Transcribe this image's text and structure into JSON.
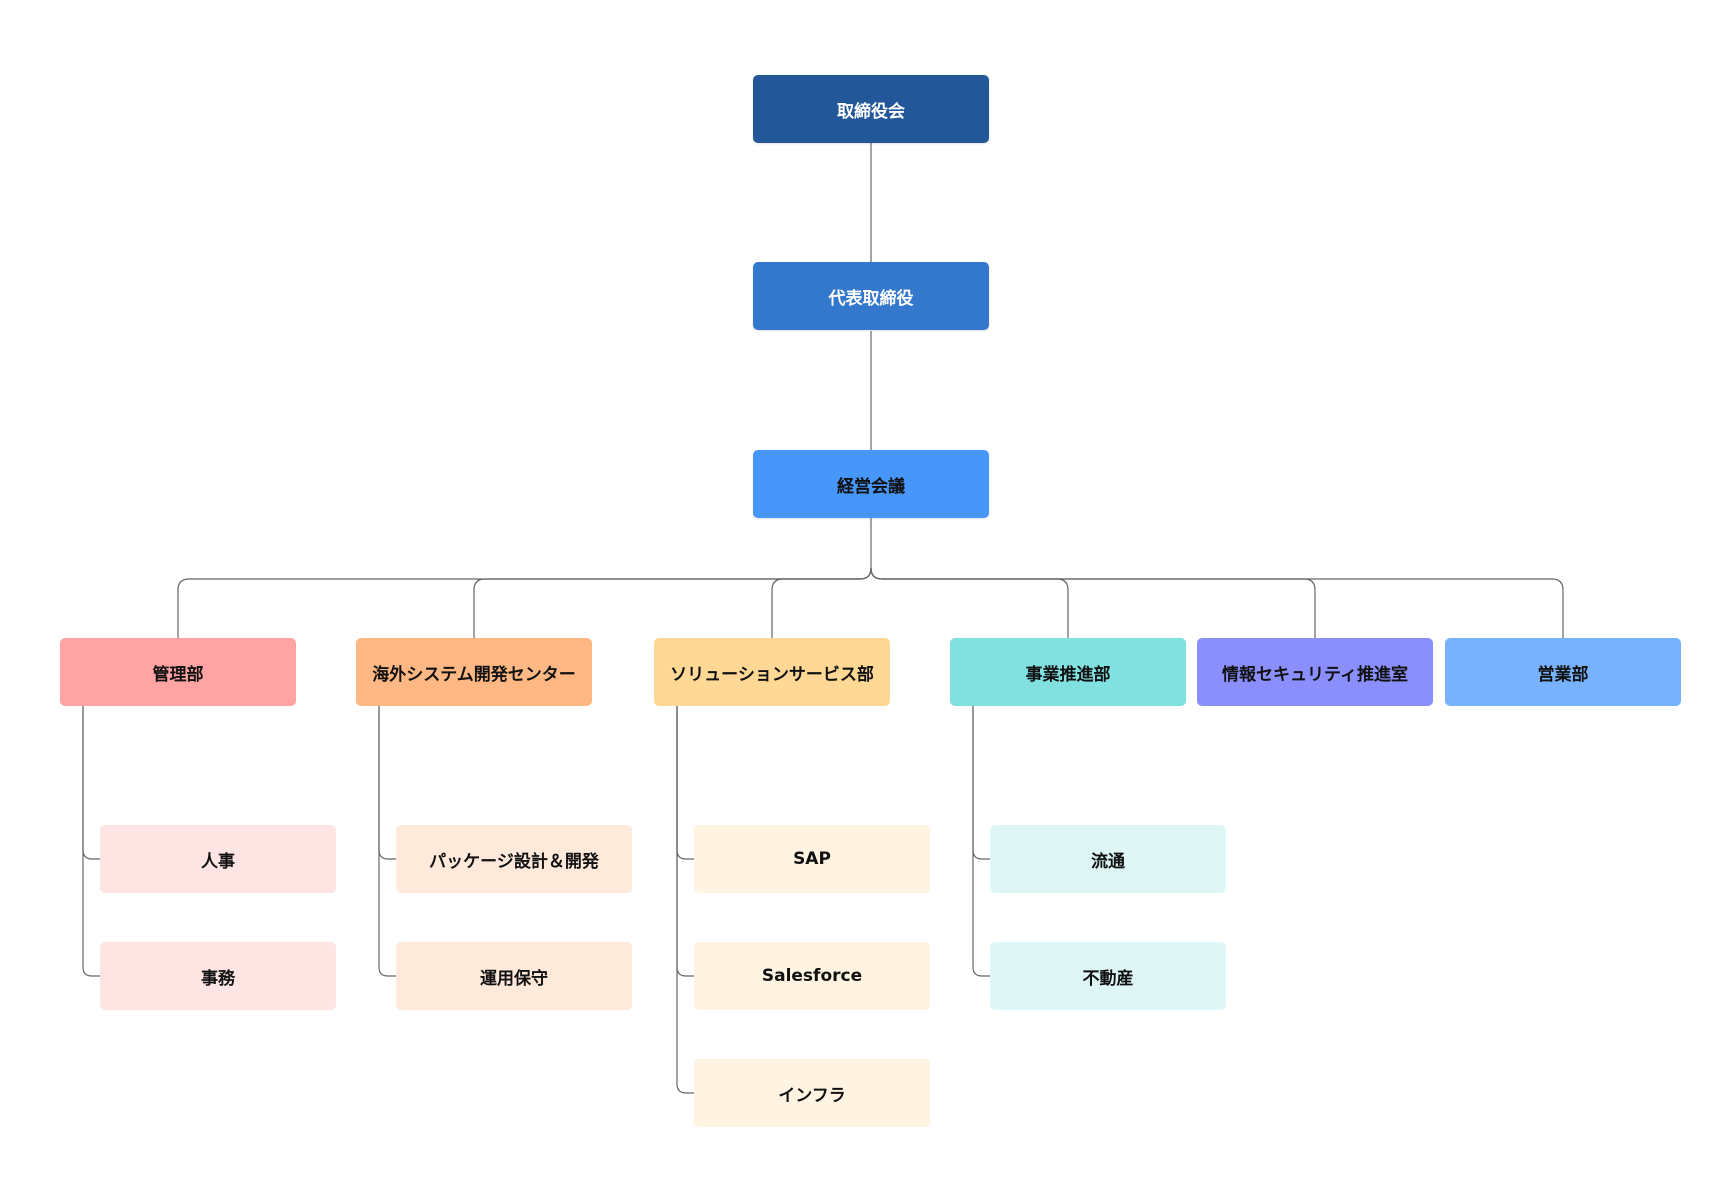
{
  "nodes": {
    "board": {
      "label": "取締役会",
      "color": "#22589a",
      "text_color": "#ffffff"
    },
    "ceo": {
      "label": "代表取締役",
      "color": "#3378cc",
      "text_color": "#ffffff"
    },
    "exec_meeting": {
      "label": "経営会議",
      "color": "#4797fb",
      "text_color": "#111111"
    },
    "departments": [
      {
        "id": "admin",
        "label": "管理部",
        "color": "#ffa3a3",
        "child_color": "#ffe4e4",
        "children": [
          "人事",
          "事務"
        ]
      },
      {
        "id": "overseas",
        "label": "海外システム開発センター",
        "color": "#ffb884",
        "child_color": "#ffe9db",
        "children": [
          "パッケージ設計＆開発",
          "運用保守"
        ]
      },
      {
        "id": "solution",
        "label": "ソリューションサービス部",
        "color": "#ffd896",
        "child_color": "#fff3e2",
        "children": [
          "SAP",
          "Salesforce",
          "インフラ"
        ]
      },
      {
        "id": "business",
        "label": "事業推進部",
        "color": "#81e0e0",
        "child_color": "#def6f6",
        "children": [
          "流通",
          "不動産"
        ]
      },
      {
        "id": "security",
        "label": "情報セキュリティ推進室",
        "color": "#8b8ffd",
        "child_color": "#e6e7ff",
        "children": []
      },
      {
        "id": "sales",
        "label": "営業部",
        "color": "#76b2fd",
        "child_color": "#e2efff",
        "children": []
      }
    ]
  },
  "connector_color": "#666666"
}
